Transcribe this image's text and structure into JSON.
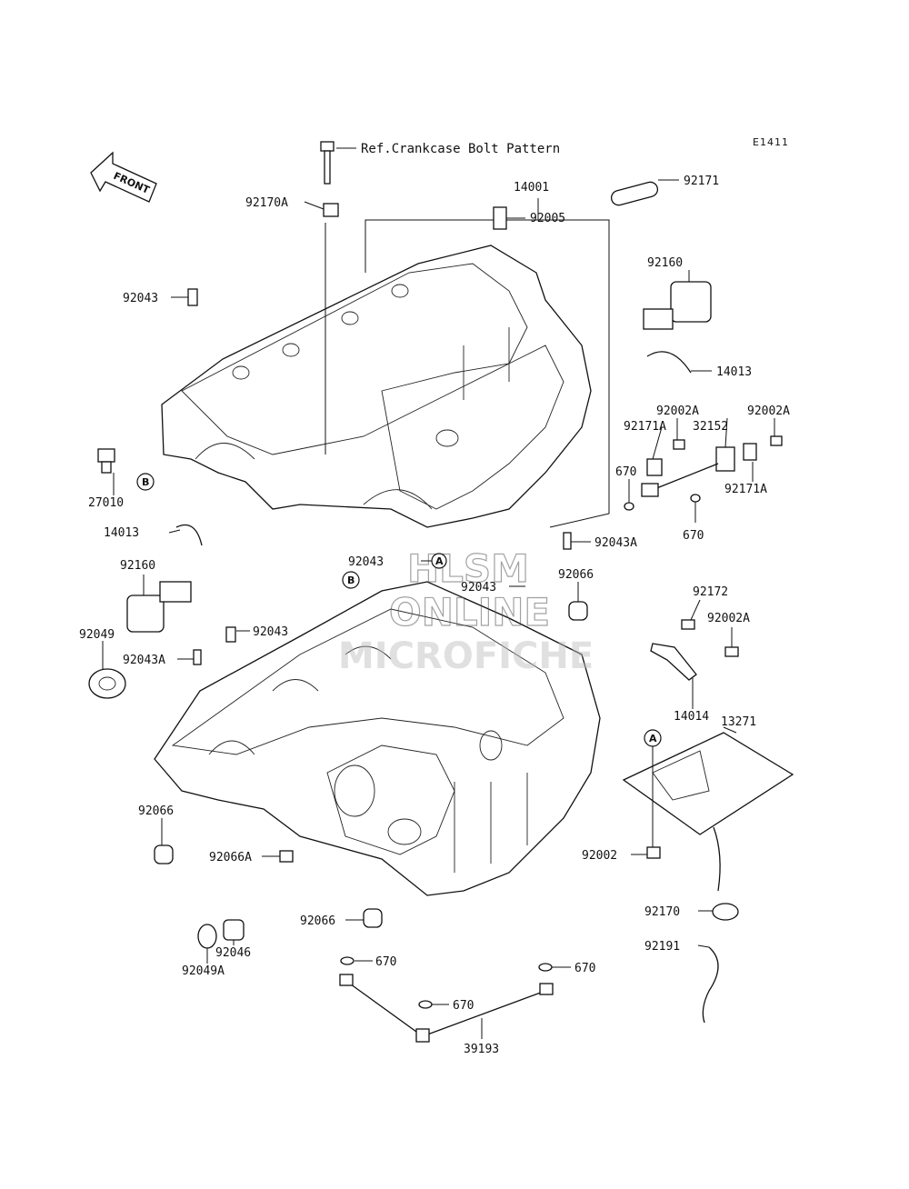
{
  "diagram_code": "E1411",
  "front_label": "FRONT",
  "reference_note": "Ref.Crankcase Bolt Pattern",
  "watermark": {
    "line1": "HLSM",
    "line2": "ONLINE",
    "line3": "MICROFICHE"
  },
  "callouts": {
    "A_upper": "A",
    "A_lower": "A",
    "B_right": "B",
    "B_left": "B"
  },
  "parts": {
    "p14001": "14001",
    "p92171": "92171",
    "p92170A": "92170A",
    "p92005": "92005",
    "p92160_top": "92160",
    "p92043_top": "92043",
    "p14013_right": "14013",
    "p92002A_a": "92002A",
    "p92002A_b": "92002A",
    "p92171A_left": "92171A",
    "p32152": "32152",
    "p670_a": "670",
    "p92171A_right": "92171A",
    "p27010": "27010",
    "p670_b": "670",
    "p14013_left": "14013",
    "p92043A_mid": "92043A",
    "p92043_mid": "92043",
    "p92066_upper": "92066",
    "p92043_mid2": "92043",
    "p92160_left": "92160",
    "p92172": "92172",
    "p92002A_c": "92002A",
    "p92049": "92049",
    "p92043_left": "92043",
    "p92043A_left": "92043A",
    "p14014": "14014",
    "p13271": "13271",
    "p92066_left": "92066",
    "p92066A": "92066A",
    "p92002": "92002",
    "p92170": "92170",
    "p92066_bottom": "92066",
    "p92191": "92191",
    "p92046": "92046",
    "p92049A": "92049A",
    "p670_c": "670",
    "p670_d": "670",
    "p670_e": "670",
    "p39193": "39193"
  }
}
